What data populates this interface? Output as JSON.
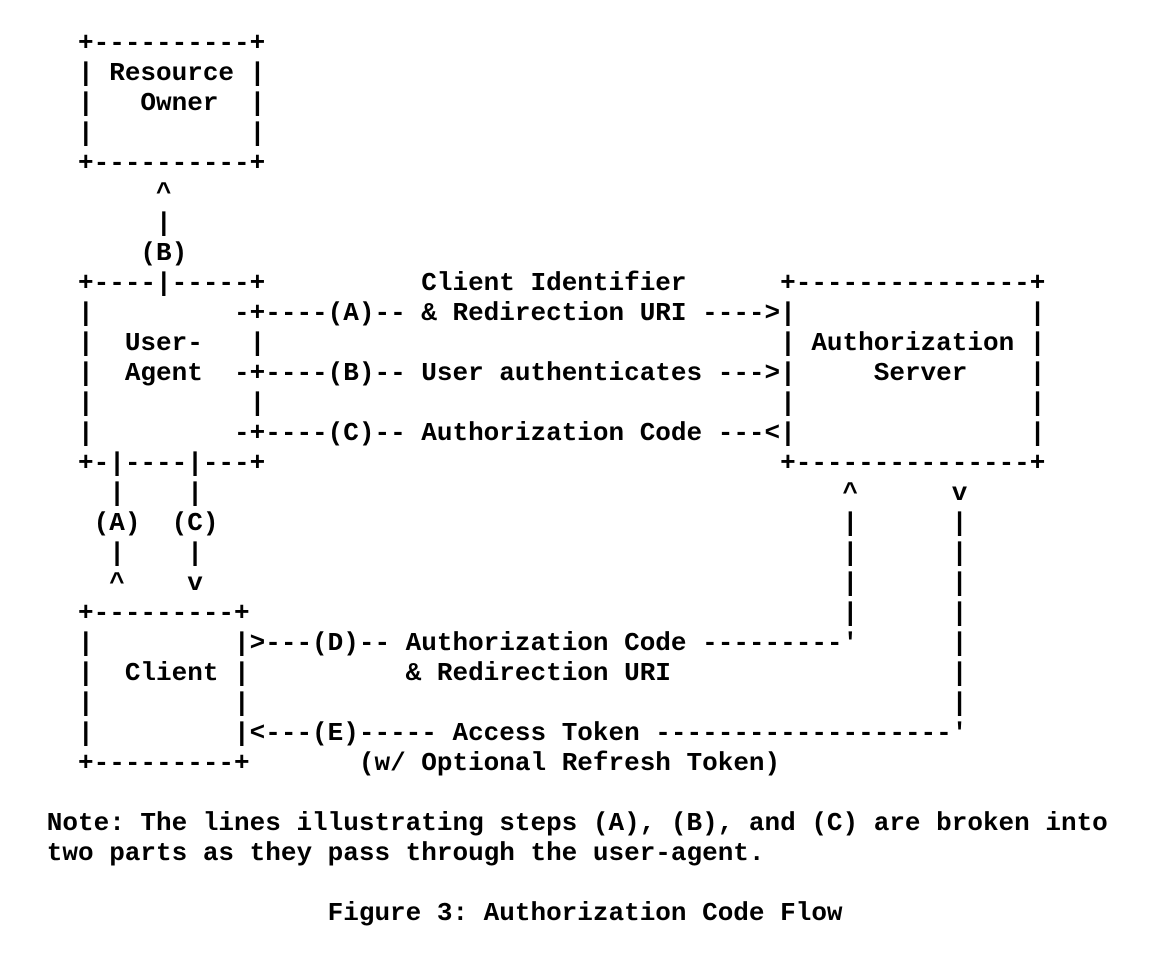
{
  "page": {
    "background_color": "#ffffff",
    "text_color": "#000000"
  },
  "figure": {
    "caption": "Figure 3: Authorization Code Flow",
    "note_lines": [
      "Note: The lines illustrating steps (A), (B), and (C) are broken into",
      "two parts as they pass through the user-agent."
    ],
    "diagram_lines": [
      "     +----------+",
      "     | Resource |",
      "     |   Owner  |",
      "     |          |",
      "     +----------+",
      "          ^",
      "          |",
      "         (B)",
      "     +----|-----+          Client Identifier      +---------------+",
      "     |         -+----(A)-- & Redirection URI ---->|               |",
      "     |  User-   |                                 | Authorization |",
      "     |  Agent  -+----(B)-- User authenticates --->|     Server    |",
      "     |          |                                 |               |",
      "     |         -+----(C)-- Authorization Code ---<|               |",
      "     +-|----|---+                                 +---------------+",
      "       |    |                                         ^      v",
      "      (A)  (C)                                        |      |",
      "       |    |                                         |      |",
      "       ^    v                                         |      |",
      "     +---------+                                      |      |",
      "     |         |>---(D)-- Authorization Code ---------'      |",
      "     |  Client |          & Redirection URI                  |",
      "     |         |                                             |",
      "     |         |<---(E)----- Access Token -------------------'",
      "     +---------+       (w/ Optional Refresh Token)"
    ],
    "actors": [
      "Resource Owner",
      "User-Agent",
      "Authorization Server",
      "Client"
    ],
    "steps": [
      {
        "id": "(A)",
        "label": "Client Identifier & Redirection URI"
      },
      {
        "id": "(B)",
        "label": "User authenticates"
      },
      {
        "id": "(C)",
        "label": "Authorization Code"
      },
      {
        "id": "(D)",
        "label": "Authorization Code & Redirection URI"
      },
      {
        "id": "(E)",
        "label": "Access Token (w/ Optional Refresh Token)"
      }
    ]
  }
}
